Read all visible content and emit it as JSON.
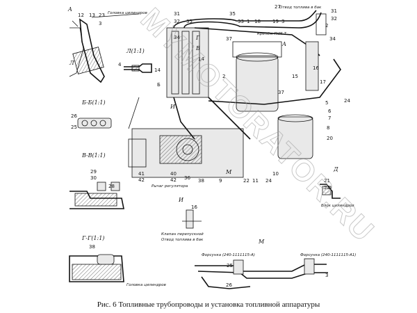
{
  "caption": "Рис. 6 Топливные трубопроводы и установка топливной аппаратуры",
  "watermark": "MYMOTORATOR.RU",
  "views": {
    "A": "A",
    "L": "Л(1:1)",
    "BB": "Б-Б(1:1)",
    "VV": "В-В(1:1)",
    "GG": "Г-Г(1:1)",
    "I": "И",
    "D": "Д",
    "M": "M"
  },
  "notes": {
    "golovka_top": "Головка цилиндров",
    "otvod_top": "Отвод топлива в бак",
    "krepezh": "Крепёж ГНМ-7",
    "rychag": "Рычаг регулятора",
    "klapan": "Клапан перепускной",
    "otvod_bak": "Отвод топлива в бак",
    "golovka_gg": "Головка цилиндров",
    "blok": "Блок цилиндров",
    "forsunka_1": "Форсунка (240-1111115-А)",
    "forsunka_2": "Форсунка (240-1111115-А1)"
  },
  "numbers": {
    "a_top": [
      "12",
      "13",
      "23",
      "3"
    ],
    "left_b": [
      "4"
    ],
    "bb": [
      "26",
      "25"
    ],
    "vv": [
      "29",
      "30",
      "28"
    ],
    "gg": [
      "38"
    ],
    "center_top": [
      "31",
      "32",
      "35",
      "33",
      "1",
      "18",
      "19",
      "3",
      "31",
      "32"
    ],
    "center_left": [
      "34",
      "37",
      "14",
      "2",
      "9",
      "41",
      "42",
      "40",
      "42"
    ],
    "center_bottom": [
      "36",
      "38",
      "22",
      "11",
      "24",
      "10"
    ],
    "right": [
      "27",
      "2",
      "34",
      "24",
      "5",
      "6",
      "7",
      "20",
      "17",
      "16",
      "15"
    ],
    "i_view": [
      "16"
    ],
    "d_view": [
      "21",
      "22"
    ],
    "m_view": [
      "25",
      "26",
      "3"
    ]
  }
}
